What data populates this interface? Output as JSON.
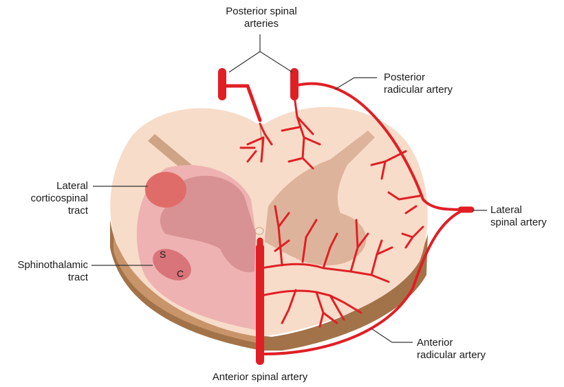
{
  "labels": {
    "posterior_spinal_arteries": [
      "Posterior spinal",
      "arteries"
    ],
    "posterior_radicular_artery": [
      "Posterior",
      "radicular artery"
    ],
    "lateral_corticospinal_tract": [
      "Lateral",
      "corticospinal",
      "tract"
    ],
    "lateral_spinal_artery": [
      "Lateral",
      "spinal artery"
    ],
    "sphinothalamic_tract": [
      "Sphinothalamic",
      "tract"
    ],
    "anterior_radicular_artery": [
      "Anterior",
      "radicular artery"
    ],
    "anterior_spinal_artery": "Anterior spinal artery",
    "sensory_s": "S",
    "sensory_c": "C"
  },
  "colors": {
    "white_matter": "#f7dcc9",
    "gray_matter_right": "#deb39b",
    "left_territory": "#eeb2b2",
    "left_gray_matter": "#d99293",
    "corticospinal": "#e06c69",
    "spinothalamic": "#d9747a",
    "artery": "#e01f25",
    "pia_side": "#a27349",
    "leader": "#333333"
  }
}
